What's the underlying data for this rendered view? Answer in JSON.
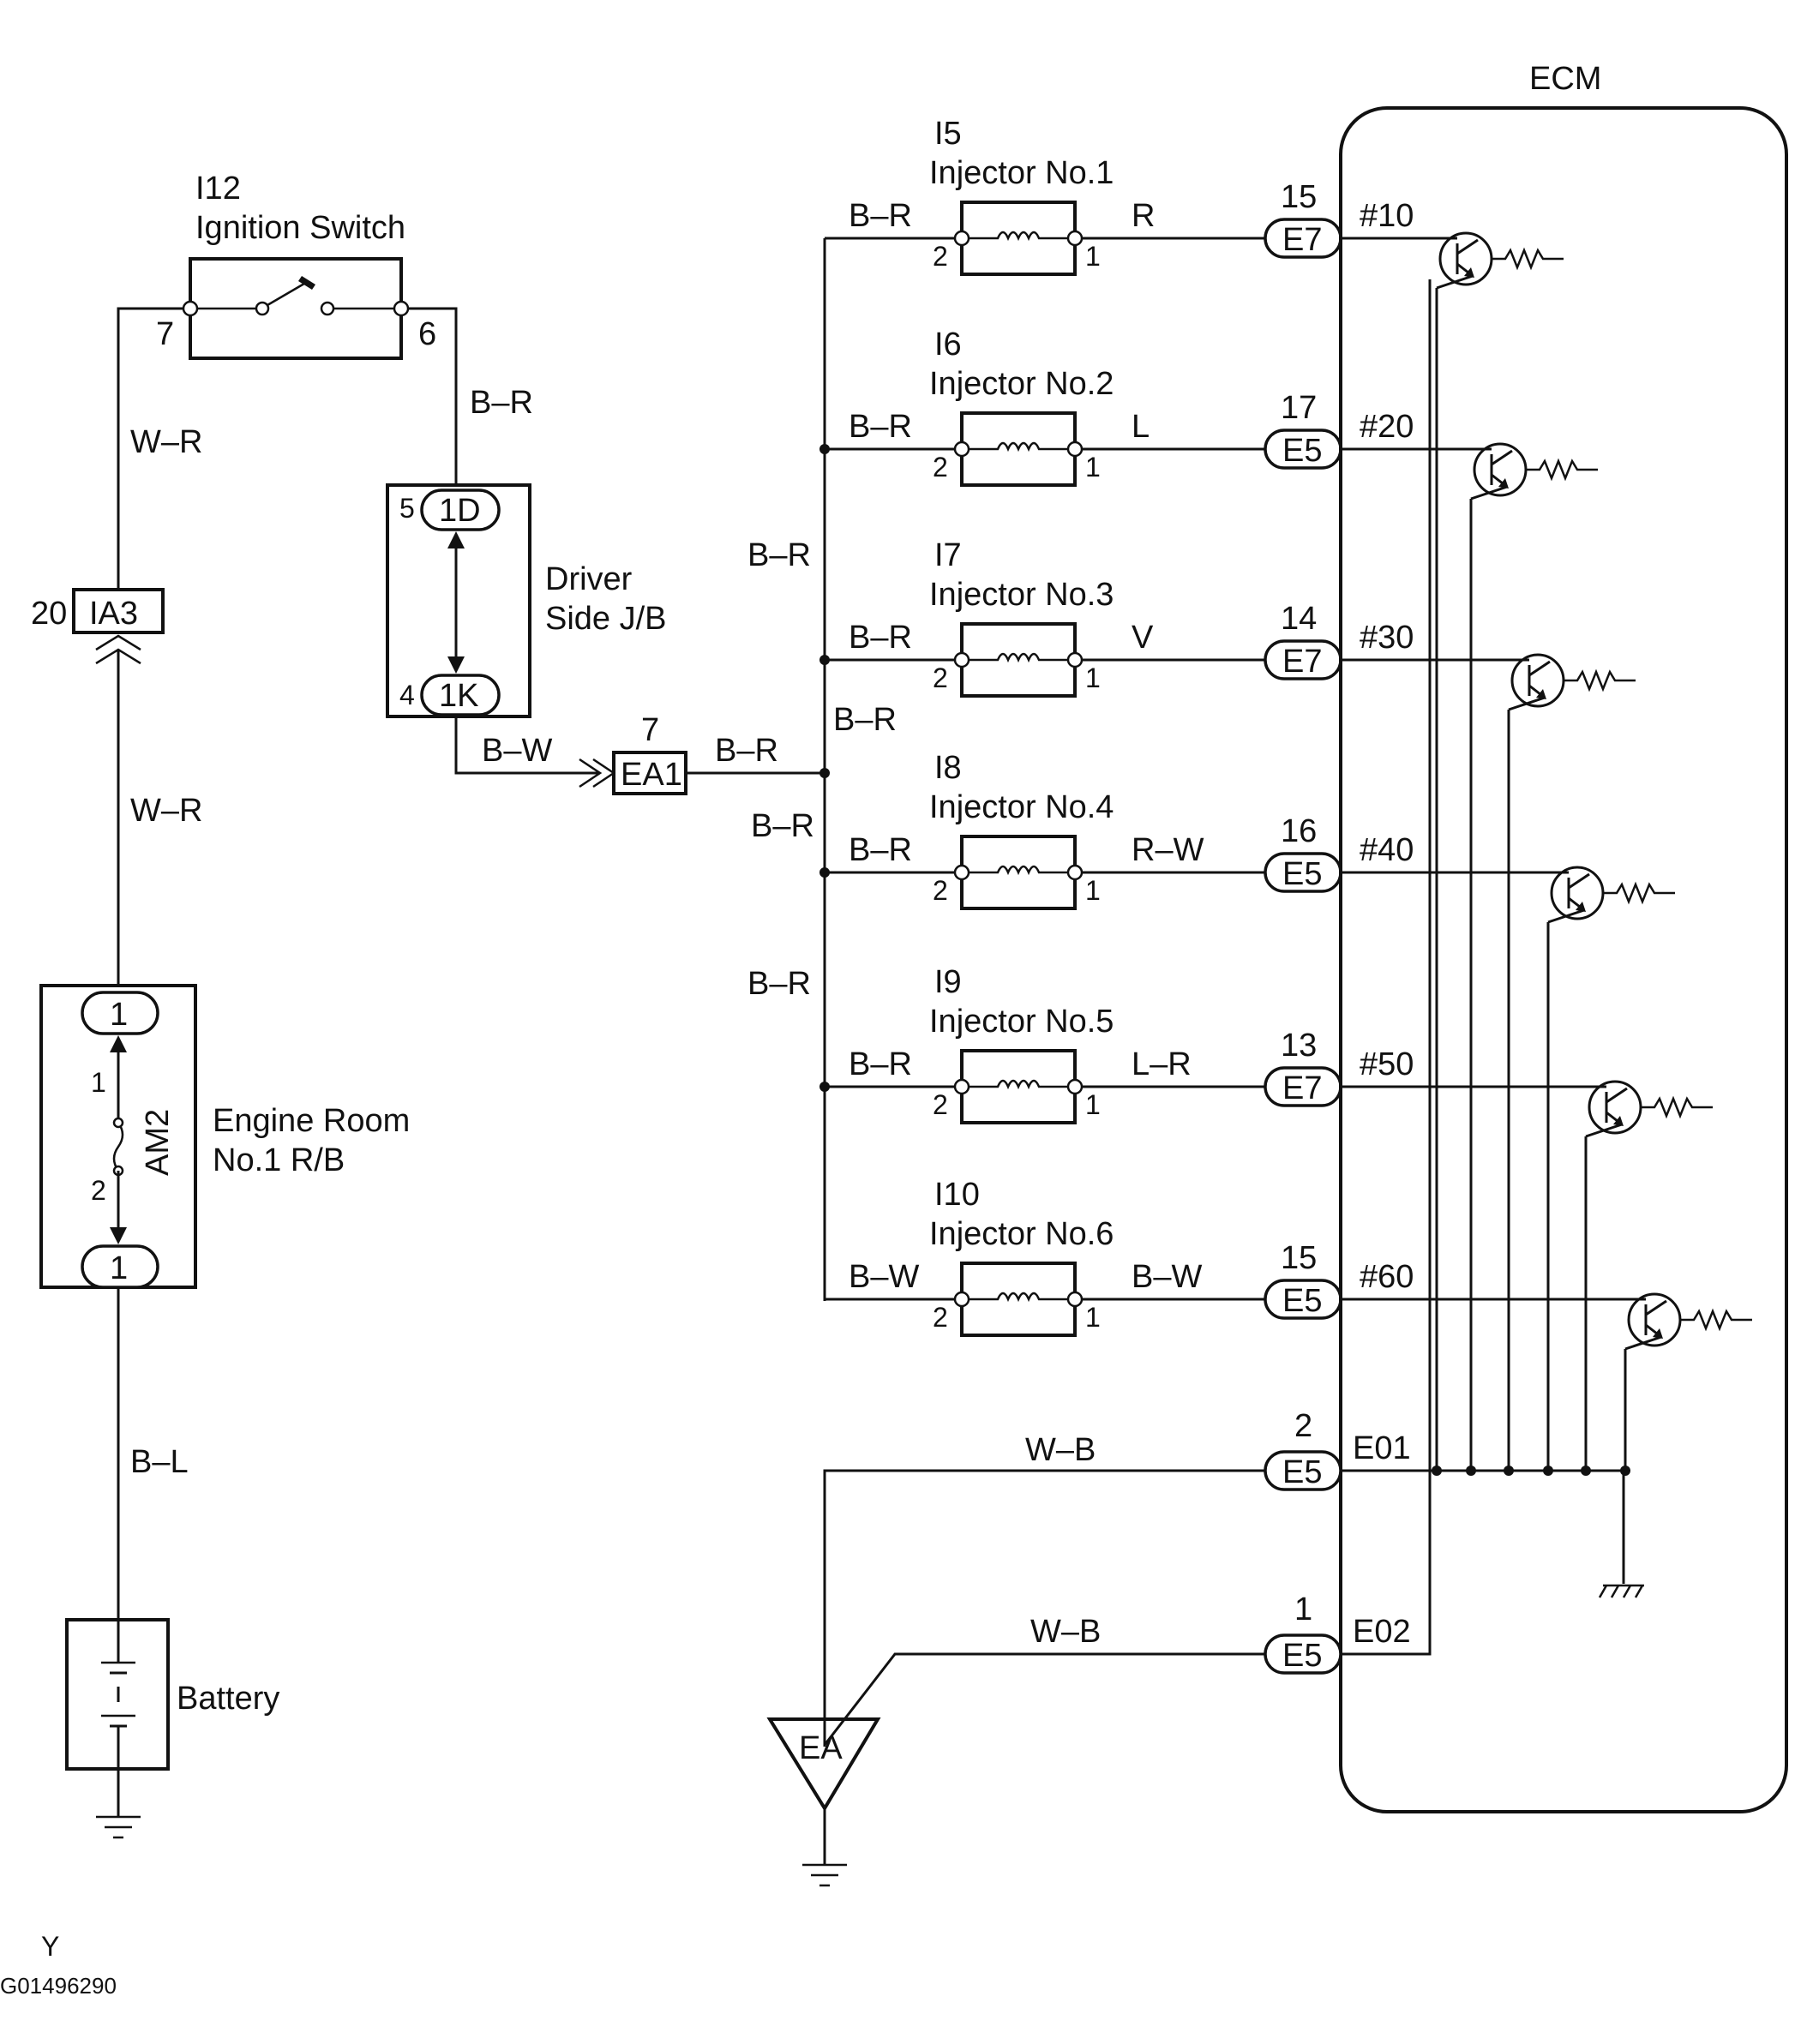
{
  "ignition_switch": {
    "ref": "I12",
    "name": "Ignition Switch",
    "pin_left": "7",
    "pin_right": "6"
  },
  "wires": {
    "w_r_upper": "W–R",
    "w_r_lower": "W–R",
    "b_l": "B–L",
    "b_r_switch": "B–R",
    "b_w_jb": "B–W",
    "b_r_ea1": "B–R",
    "b_r_bus_1": "B–R",
    "b_r_bus_2": "B–R",
    "b_r_bus_3": "B–R",
    "b_r_bus_4": "B–R",
    "w_b_1": "W–B",
    "w_b_2": "W–B"
  },
  "connector_ia3": {
    "pin": "20",
    "name": "IA3"
  },
  "connector_ea1": {
    "pin": "7",
    "name": "EA1"
  },
  "driver_jb": {
    "line1": "Driver",
    "line2": "Side J/B",
    "top_pin": "5",
    "top_name": "1D",
    "bottom_pin": "4",
    "bottom_name": "1K"
  },
  "engine_room_rb": {
    "line1": "Engine Room",
    "line2": "No.1 R/B",
    "fuse": "AM2",
    "top_conn": "1",
    "bottom_conn": "1",
    "fuse_pin_top": "1",
    "fuse_pin_bottom": "2"
  },
  "battery": {
    "label": "Battery"
  },
  "ecm": {
    "label": "ECM"
  },
  "injectors": [
    {
      "ref": "I5",
      "name": "Injector No.1",
      "in_wire": "B–R",
      "out_wire": "R",
      "pin_in": "2",
      "pin_out": "1",
      "ecm_pin": "15",
      "ecm_conn": "E7",
      "signal": "#10"
    },
    {
      "ref": "I6",
      "name": "Injector No.2",
      "in_wire": "B–R",
      "out_wire": "L",
      "pin_in": "2",
      "pin_out": "1",
      "ecm_pin": "17",
      "ecm_conn": "E5",
      "signal": "#20"
    },
    {
      "ref": "I7",
      "name": "Injector No.3",
      "in_wire": "B–R",
      "out_wire": "V",
      "pin_in": "2",
      "pin_out": "1",
      "ecm_pin": "14",
      "ecm_conn": "E7",
      "signal": "#30"
    },
    {
      "ref": "I8",
      "name": "Injector No.4",
      "in_wire": "B–R",
      "out_wire": "R–W",
      "pin_in": "2",
      "pin_out": "1",
      "ecm_pin": "16",
      "ecm_conn": "E5",
      "signal": "#40"
    },
    {
      "ref": "I9",
      "name": "Injector No.5",
      "in_wire": "B–R",
      "out_wire": "L–R",
      "pin_in": "2",
      "pin_out": "1",
      "ecm_pin": "13",
      "ecm_conn": "E7",
      "signal": "#50"
    },
    {
      "ref": "I10",
      "name": "Injector No.6",
      "in_wire": "B–W",
      "out_wire": "B–W",
      "pin_in": "2",
      "pin_out": "1",
      "ecm_pin": "15",
      "ecm_conn": "E5",
      "signal": "#60"
    }
  ],
  "grounds": [
    {
      "ecm_pin": "2",
      "ecm_conn": "E5",
      "signal": "E01"
    },
    {
      "ecm_pin": "1",
      "ecm_conn": "E5",
      "signal": "E02"
    }
  ],
  "ground_point": {
    "name": "EA"
  },
  "footer": {
    "letter": "Y",
    "code": "G01496290"
  }
}
